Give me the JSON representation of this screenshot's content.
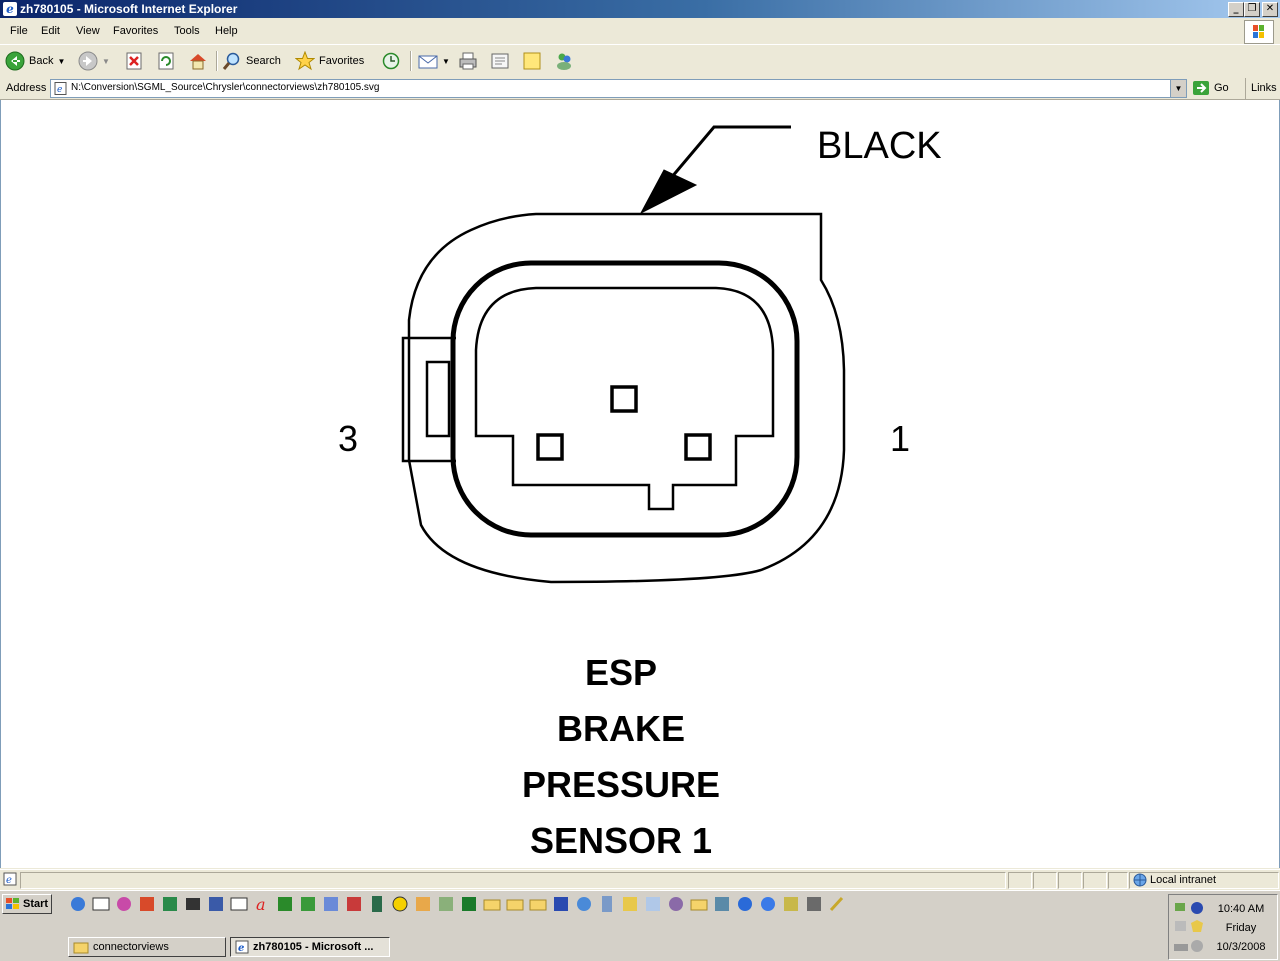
{
  "window": {
    "title": "zh780105 - Microsoft Internet Explorer"
  },
  "menu": [
    "File",
    "Edit",
    "View",
    "Favorites",
    "Tools",
    "Help"
  ],
  "toolbar": {
    "back": "Back",
    "search": "Search",
    "favorites": "Favorites"
  },
  "address": {
    "label": "Address",
    "url": "N:\\Conversion\\SGML_Source\\Chrysler\\connectorviews\\zh780105.svg",
    "go": "Go",
    "links": "Links"
  },
  "diagram": {
    "color_label": "BLACK",
    "pin_left": "3",
    "pin_right": "1",
    "caption": [
      "ESP",
      "BRAKE",
      "PRESSURE",
      "SENSOR 1"
    ]
  },
  "status": {
    "zone": "Local intranet"
  },
  "taskbar": {
    "start": "Start",
    "tasks": [
      "connectorviews",
      "zh780105 - Microsoft ..."
    ],
    "clock": {
      "time": "10:40 AM",
      "day": "Friday",
      "date": "10/3/2008"
    }
  },
  "colors": {
    "title_start": "#0a246a",
    "title_end": "#a6caf0",
    "chrome": "#ece9d8",
    "taskbar": "#d4d0c8"
  }
}
